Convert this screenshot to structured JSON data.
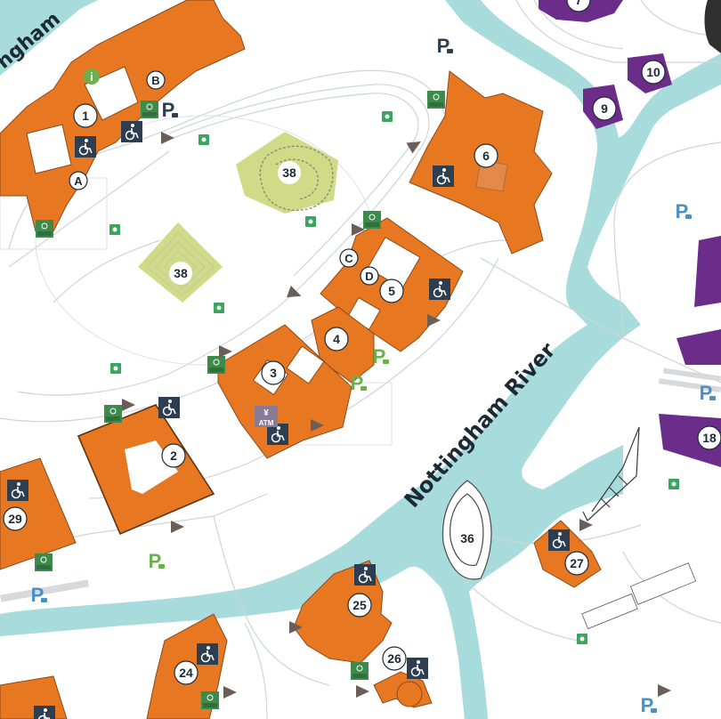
{
  "map": {
    "river_label": "Nottingham River",
    "top_left_label": "ngham"
  },
  "buildings": [
    {
      "id": "b1",
      "number": "1"
    },
    {
      "id": "b2",
      "number": "2"
    },
    {
      "id": "b3",
      "number": "3"
    },
    {
      "id": "b4",
      "number": "4"
    },
    {
      "id": "b5",
      "number": "5"
    },
    {
      "id": "b6",
      "number": "6"
    },
    {
      "id": "b7",
      "number": "7"
    },
    {
      "id": "b9",
      "number": "9"
    },
    {
      "id": "b10",
      "number": "10"
    },
    {
      "id": "b18",
      "number": "18"
    },
    {
      "id": "b24",
      "number": "24"
    },
    {
      "id": "b25",
      "number": "25"
    },
    {
      "id": "b26",
      "number": "26"
    },
    {
      "id": "b27",
      "number": "27"
    },
    {
      "id": "b29",
      "number": "29"
    },
    {
      "id": "b36",
      "number": "36"
    },
    {
      "id": "b38a",
      "number": "38"
    },
    {
      "id": "b38b",
      "number": "38"
    }
  ],
  "letters": [
    "A",
    "B",
    "C",
    "D"
  ],
  "icons": {
    "accessible_entrance_text": "Accessible Entrance",
    "atm_symbol": "¥",
    "atm_text": "ATM",
    "parking_letter": "P",
    "info_letter": "i"
  },
  "colors": {
    "academic": "#e87722",
    "academic_dark": "#d2661c",
    "residence": "#6b2c8a",
    "river": "#a8dcdc",
    "garden": "#cfdb86",
    "access_badge": "#2d3e50",
    "green_icon": "#3aa55c"
  }
}
